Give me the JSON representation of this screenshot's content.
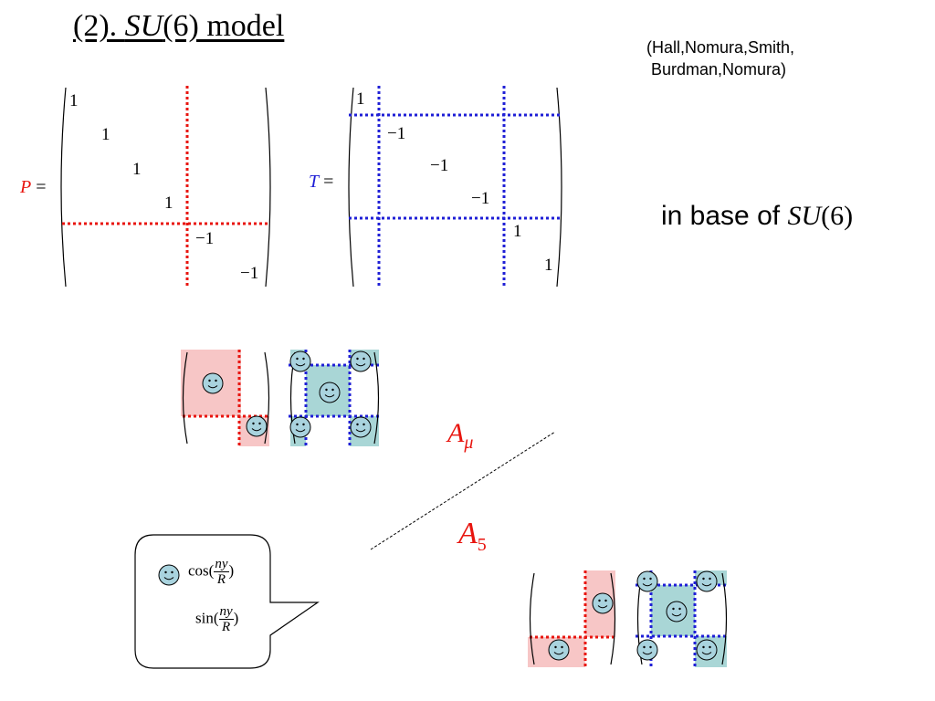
{
  "title": {
    "prefix": "(2). ",
    "group": "SU",
    "suffix": "(6) model"
  },
  "citation": "(Hall,Nomura,Smith,\n Burdman,Nomura)",
  "base_note": {
    "text": "in base of ",
    "group": "SU",
    "group_arg": "(6)"
  },
  "matrix_p": {
    "label": "P",
    "equals": "=",
    "entries": [
      "1",
      "1",
      "1",
      "1",
      "−1",
      "−1"
    ],
    "color": "#e8150f"
  },
  "matrix_t": {
    "label": "T",
    "equals": "=",
    "entries": [
      "1",
      "−1",
      "−1",
      "−1",
      "1",
      "1"
    ],
    "color": "#1f1fd6"
  },
  "field_labels": {
    "a_mu": {
      "base": "A",
      "sub": "μ"
    },
    "a_5": {
      "base": "A",
      "sub": "5"
    }
  },
  "bubble": {
    "cos_fn": "cos(",
    "sin_fn": "sin(",
    "numerator": "ny",
    "denominator": "R",
    "close": ")"
  },
  "colors": {
    "red": "#e8150f",
    "blue": "#1f1fd6",
    "pink_fill": "#f7c6c6",
    "teal_fill": "#a9d6d6",
    "smiley_fill": "#a9d3de"
  },
  "icons": [
    "smiley-icon"
  ]
}
